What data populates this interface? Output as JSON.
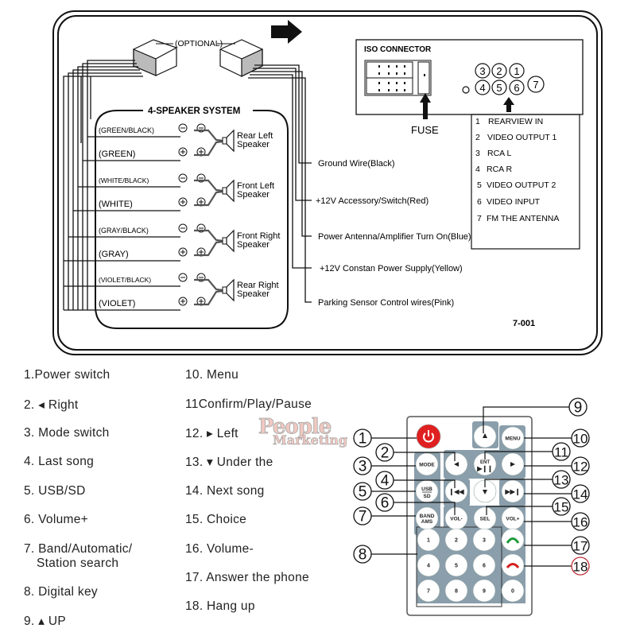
{
  "wiring": {
    "optional_label": "(OPTIONAL)",
    "speaker_system_title": "4-SPEAKER SYSTEM",
    "speaker_wires": [
      {
        "label": "(GREEN/BLACK)",
        "polarity": "−"
      },
      {
        "label": "(GREEN)",
        "polarity": "+"
      },
      {
        "label": "(WHITE/BLACK)",
        "polarity": "−"
      },
      {
        "label": "(WHITE)",
        "polarity": "+"
      },
      {
        "label": "(GRAY/BLACK)",
        "polarity": "−"
      },
      {
        "label": "(GRAY)",
        "polarity": "+"
      },
      {
        "label": "(VIOLET/BLACK)",
        "polarity": "−"
      },
      {
        "label": "(VIOLET)",
        "polarity": "+"
      }
    ],
    "speakers": [
      {
        "line1": "Rear Left",
        "line2": "Speaker"
      },
      {
        "line1": "Front Left",
        "line2": "Speaker"
      },
      {
        "line1": "Front Right",
        "line2": "Speaker"
      },
      {
        "line1": "Rear Right",
        "line2": "Speaker"
      }
    ],
    "power_wires": [
      "Ground  Wire(Black)",
      "+12V Accessory/Switch(Red)",
      "Power Antenna/Amplifier Turn On(Blue)",
      "+12V Constan Power Supply(Yellow)",
      "Parking Sensor Control wires(Pink)"
    ],
    "iso_connector_title": "ISO CONNECTOR",
    "fuse_label": "FUSE",
    "rca_numbers": [
      "1",
      "2",
      "3",
      "4",
      "5",
      "6",
      "7"
    ],
    "rca_legend": [
      {
        "num": "1",
        "text": "REARVIEW IN"
      },
      {
        "num": "2",
        "text": "VIDEO OUTPUT  1"
      },
      {
        "num": "3",
        "text": "RCA L"
      },
      {
        "num": "4",
        "text": "RCA R"
      },
      {
        "num": "5",
        "text": "VIDEO OUTPUT  2"
      },
      {
        "num": "6",
        "text": "VIDEO  INPUT"
      },
      {
        "num": "7",
        "text": "FM THE ANTENNA"
      }
    ],
    "model_code": "7-001"
  },
  "legend_left": [
    "1.Power switch",
    "2. ◂ Right",
    "3. Mode switch",
    "4. Last song",
    "5. USB/SD",
    "6. Volume+",
    "7. Band/Automatic/",
    "Station search",
    "8. Digital key",
    "9. ▴ UP"
  ],
  "legend_right": [
    "10. Menu",
    "11Confirm/Play/Pause",
    "12.  ▸  Left",
    "13. ▾  Under the",
    "14. Next song",
    "15. Choice",
    "16. Volume-",
    "17. Answer the phone",
    "18. Hang up"
  ],
  "watermark": {
    "line1": "People",
    "line2": "Marketing"
  },
  "remote": {
    "buttons": {
      "mode": "MODE",
      "menu": "MENU",
      "ent": "ENT",
      "usb": "USB",
      "sd": "SD",
      "band": "BAND",
      "ams": "AMS",
      "vol_minus": "VOL-",
      "sel": "SEL",
      "vol_plus": "VOL+"
    },
    "digits": [
      "1",
      "2",
      "3",
      "4",
      "5",
      "6",
      "7",
      "8",
      "9",
      "0"
    ],
    "callouts": [
      "1",
      "2",
      "3",
      "4",
      "5",
      "6",
      "7",
      "8",
      "9",
      "10",
      "11",
      "12",
      "13",
      "14",
      "15",
      "16",
      "17",
      "18"
    ],
    "colors": {
      "power": "#e02020",
      "panel": "#8a9eab",
      "answer": "#1f9a3a",
      "hangup": "#d42020",
      "callout18": "#c0303a"
    }
  }
}
